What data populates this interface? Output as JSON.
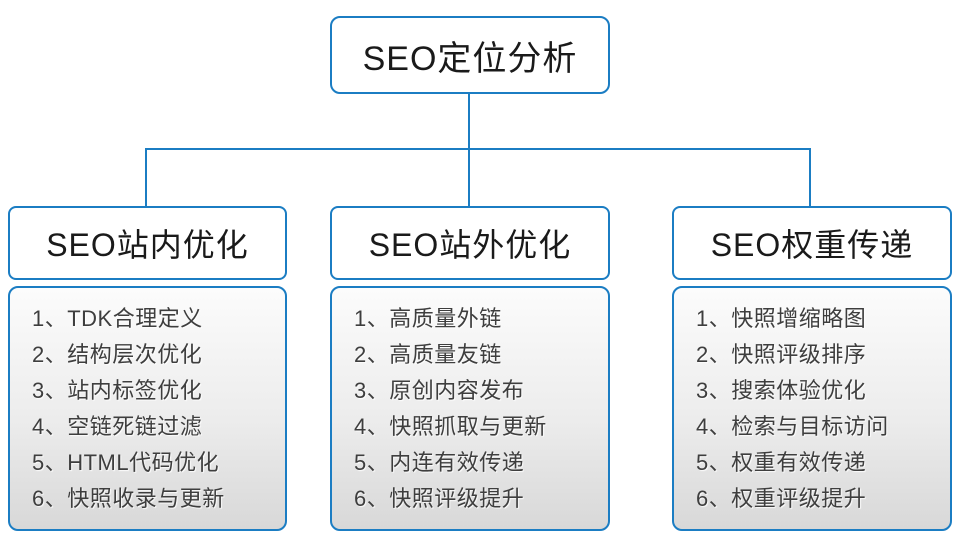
{
  "root": {
    "title": "SEO定位分析"
  },
  "columns": [
    {
      "title": "SEO站内优化",
      "items": [
        "1、TDK合理定义",
        "2、结构层次优化",
        "3、站内标签优化",
        "4、空链死链过滤",
        "5、HTML代码优化",
        "6、快照收录与更新"
      ]
    },
    {
      "title": "SEO站外优化",
      "items": [
        "1、高质量外链",
        "2、高质量友链",
        "3、原创内容发布",
        "4、快照抓取与更新",
        "5、内连有效传递",
        "6、快照评级提升"
      ]
    },
    {
      "title": "SEO权重传递",
      "items": [
        "1、快照增缩略图",
        "2、快照评级排序",
        "3、搜索体验优化",
        "4、检索与目标访问",
        "5、权重有效传递",
        "6、权重评级提升"
      ]
    }
  ],
  "colors": {
    "accent": "#1b7dc3",
    "header_text": "#1a1a1a",
    "item_text": "#3e3e3e",
    "list_bg_top": "#fcfcfc",
    "list_bg_mid": "#ececec",
    "list_bg_bottom": "#d8d8d8"
  }
}
